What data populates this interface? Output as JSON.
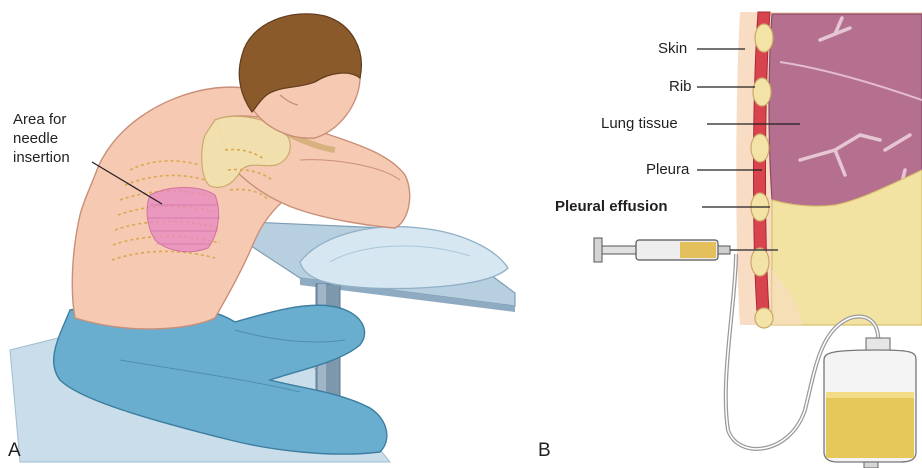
{
  "panel_a": {
    "letter": "A",
    "annotation": "Area for\nneedle\ninsertion"
  },
  "panel_b": {
    "letter": "B",
    "labels": {
      "skin": "Skin",
      "rib": "Rib",
      "lung_tissue": "Lung tissue",
      "pleura": "Pleura",
      "pleural_effusion": "Pleural effusion"
    }
  },
  "colors": {
    "skin_tone": "#f6c9b2",
    "jeans": "#6aaecf",
    "table": "#a9c4d8",
    "lung": "#b56f8f",
    "effusion_fluid": "#f3e3a2",
    "pleura_red": "#d9434e",
    "rib_yellow": "#f4e3a6",
    "needle_zone": "#e88cc0"
  }
}
